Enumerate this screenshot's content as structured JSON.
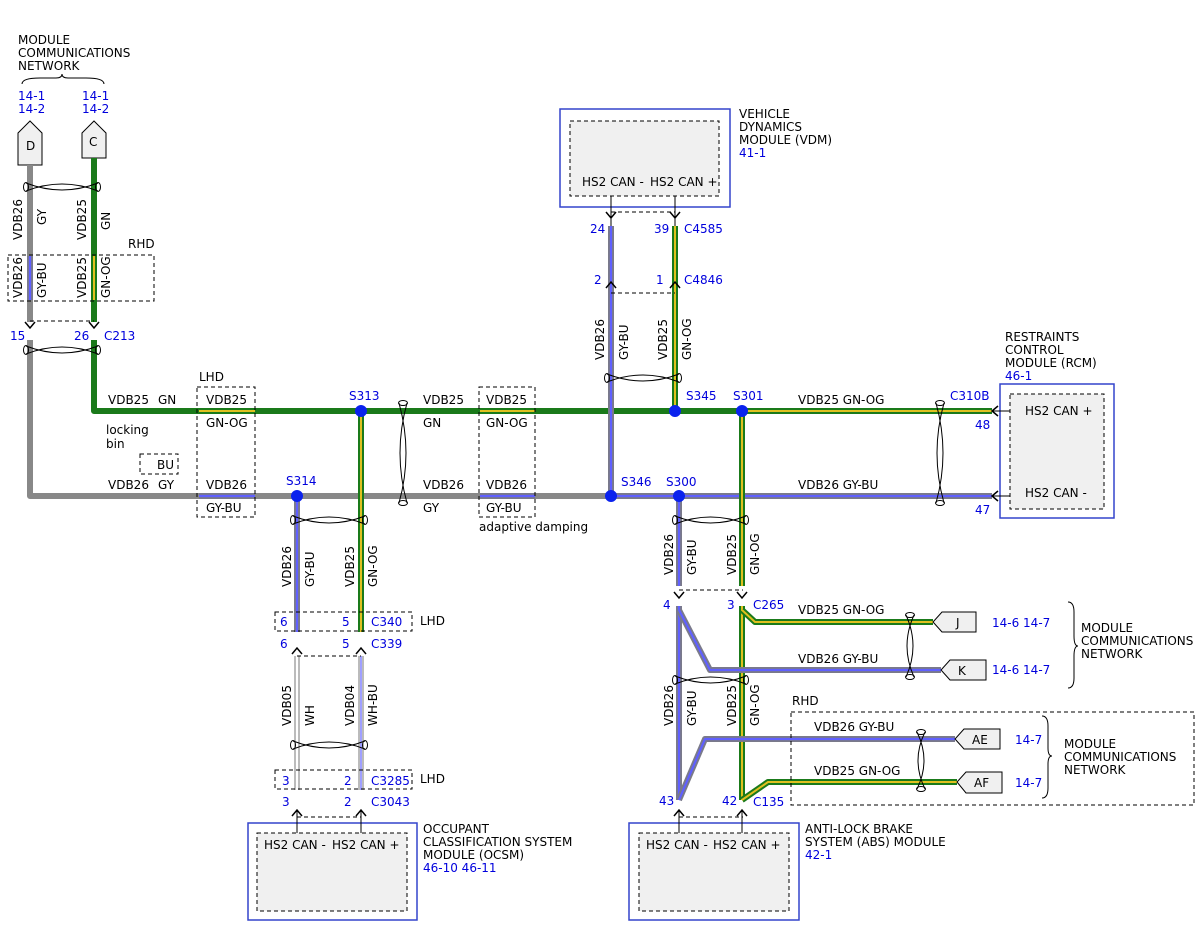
{
  "colors": {
    "gn": "#1a7a1a",
    "gy": "#888888",
    "gn_og_base": "#1a7a1a",
    "gn_og_stripe": "#e0c020",
    "gy_bu_base": "#7a7a8a",
    "gy_bu_stripe": "#6060ff",
    "wh": "#ffffff",
    "wh_bu_stripe": "#6060ff",
    "splice": "#0a22ee",
    "module_border": "#3344cc",
    "ref_text": "#0000dd"
  },
  "top_left": {
    "network_title": [
      "MODULE",
      "COMMUNICATIONS",
      "NETWORK"
    ],
    "refs_d": [
      "14-1",
      "14-2"
    ],
    "refs_c": [
      "14-1",
      "14-2"
    ],
    "connector_d": "D",
    "connector_c": "C"
  },
  "wires_left": {
    "vdb26": "VDB26",
    "gy": "GY",
    "vdb25": "VDB25",
    "gn": "GN",
    "rhd": "RHD",
    "vdb26_alt": "VDB26",
    "gy_bu": "GY-BU",
    "vdb25_alt": "VDB25",
    "gn_og": "GN-OG",
    "pin_15": "15",
    "pin_26": "26",
    "c213": "C213"
  },
  "main_bus": {
    "gn_label_vdb": "VDB25",
    "gn_label_col": "GN",
    "lhd": "LHD",
    "lhd_vdb25": "VDB25",
    "lhd_gn_og": "GN-OG",
    "lhd_vdb26": "VDB26",
    "lhd_gy_bu": "GY-BU",
    "locking": "locking",
    "bin": "bin",
    "bu": "BU",
    "gy_label_vdb": "VDB26",
    "gy_label_col": "GY",
    "s313": "S313",
    "s314": "S314",
    "mid_vdb25": "VDB25",
    "mid_gn": "GN",
    "adp_vdb25": "VDB25",
    "adp_gn_og": "GN-OG",
    "mid_vdb26": "VDB26",
    "mid_gy": "GY",
    "adp_vdb26": "VDB26",
    "adp_gy_bu": "GY-BU",
    "adaptive_damping": "adaptive damping",
    "s345": "S345",
    "s301": "S301",
    "s346": "S346",
    "s300": "S300",
    "right_vdb25_gn_og": "VDB25  GN-OG",
    "right_vdb26_gy_bu": "VDB26  GY-BU"
  },
  "vdm": {
    "title": [
      "VEHICLE",
      "DYNAMICS",
      "MODULE (VDM)"
    ],
    "ref": "41-1",
    "pin_minus": "HS2 CAN -",
    "pin_plus": "HS2 CAN +",
    "pin_24": "24",
    "pin_39": "39",
    "c4585": "C4585",
    "pin_2": "2",
    "pin_1": "1",
    "c4846": "C4846",
    "w_vdb26": "VDB26",
    "w_gy_bu": "GY-BU",
    "w_vdb25": "VDB25",
    "w_gn_og": "GN-OG"
  },
  "rcm": {
    "title": [
      "RESTRAINTS",
      "CONTROL",
      "MODULE (RCM)"
    ],
    "ref": "46-1",
    "pin_plus": "HS2 CAN +",
    "pin_minus": "HS2 CAN -",
    "c310b": "C310B",
    "pin_48": "48",
    "pin_47": "47"
  },
  "ocsm": {
    "title": [
      "OCCUPANT",
      "CLASSIFICATION SYSTEM",
      "MODULE (OCSM)"
    ],
    "ref": "46-10 46-11",
    "pin_minus": "HS2 CAN -",
    "pin_plus": "HS2 CAN +",
    "w_vdb26": "VDB26",
    "w_gy_bu": "GY-BU",
    "w_vdb25": "VDB25",
    "w_gn_og": "GN-OG",
    "pin_6a": "6",
    "pin_5a": "5",
    "c340": "C340",
    "lhd_1": "LHD",
    "pin_6b": "6",
    "pin_5b": "5",
    "c339": "C339",
    "w_vdb05": "VDB05",
    "w_wh": "WH",
    "w_vdb04": "VDB04",
    "w_wh_bu": "WH-BU",
    "pin_3a": "3",
    "pin_2a": "2",
    "c3285": "C3285",
    "lhd_2": "LHD",
    "pin_3b": "3",
    "pin_2b": "2",
    "c3043": "C3043"
  },
  "abs": {
    "title": [
      "ANTI-LOCK BRAKE",
      "SYSTEM (ABS) MODULE"
    ],
    "ref": "42-1",
    "pin_minus": "HS2 CAN -",
    "pin_plus": "HS2 CAN +",
    "w_vdb26": "VDB26",
    "w_gy_bu": "GY-BU",
    "w_vdb25": "VDB25",
    "w_gn_og": "GN-OG",
    "pin_4": "4",
    "pin_3": "3",
    "c265": "C265",
    "w2_vdb26": "VDB26",
    "w2_gy_bu": "GY-BU",
    "w2_vdb25": "VDB25",
    "w2_gn_og": "GN-OG",
    "pin_43": "43",
    "pin_42": "42",
    "c135": "C135"
  },
  "right_networks": {
    "j_label": "VDB25  GN-OG",
    "j": "J",
    "j_refs": "14-6  14-7",
    "k_label": "VDB26  GY-BU",
    "k": "K",
    "k_refs": "14-6  14-7",
    "net1_title": [
      "MODULE",
      "COMMUNICATIONS",
      "NETWORK"
    ],
    "rhd": "RHD",
    "ae_label": "VDB26  GY-BU",
    "ae": "AE",
    "ae_ref": "14-7",
    "af_label": "VDB25  GN-OG",
    "af": "AF",
    "af_ref": "14-7",
    "net2_title": [
      "MODULE",
      "COMMUNICATIONS",
      "NETWORK"
    ]
  }
}
